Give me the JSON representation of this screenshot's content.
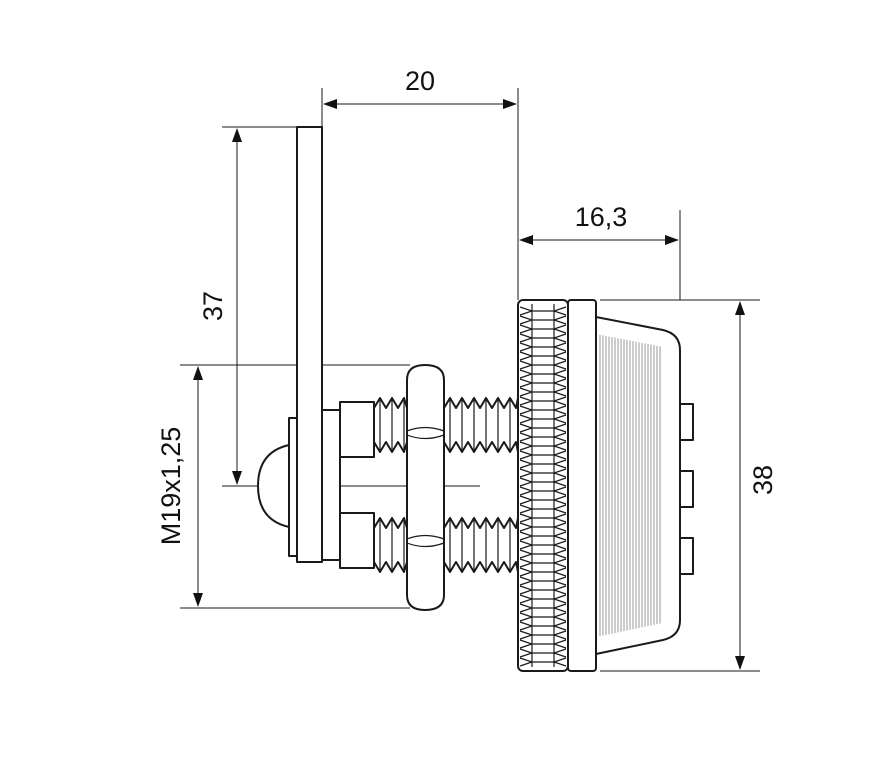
{
  "drawing": {
    "dimensions": {
      "top_width": "20",
      "head_depth": "16,3",
      "cam_length": "37",
      "thread": "M19x1,25",
      "head_diameter": "38"
    },
    "line_color": "#1a1a1a",
    "background": "#ffffff"
  }
}
